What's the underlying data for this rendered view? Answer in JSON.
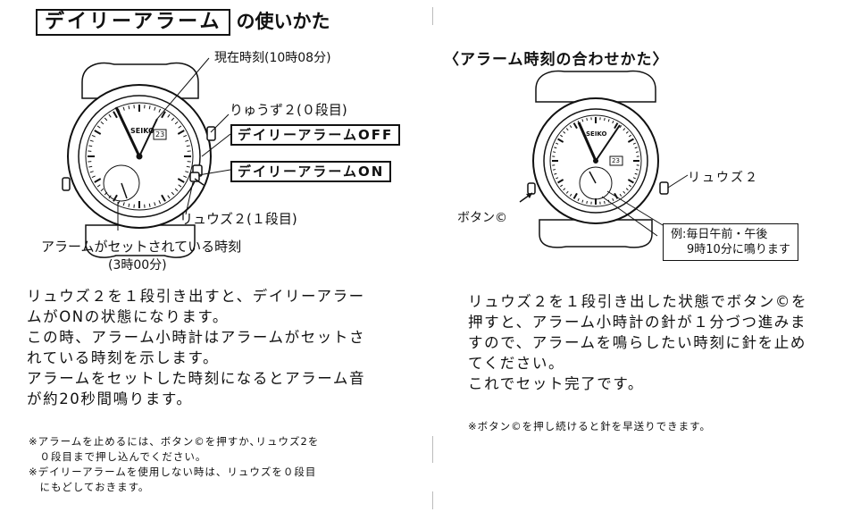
{
  "left": {
    "title_boxed": "デイリーアラーム",
    "title_rest": "の使いかた",
    "label_current_time": "現在時刻(10時08分)",
    "label_crown_pos0": "りゅうず２(０段目)",
    "label_alarm_off": "デイリーアラームOFF",
    "label_alarm_on": "デイリーアラームON",
    "label_crown_pos1": "リュウズ２(１段目)",
    "label_alarm_set_time": "アラームがセットされている時刻",
    "label_alarm_set_time_value": "(3時00分)",
    "body_lines": [
      "リュウズ２を１段引き出すと、デイリーアラー",
      "ムがONの状態になります。",
      "この時、アラーム小時計はアラームがセットさ",
      "れている時刻を示します。",
      "アラームをセットした時刻になるとアラーム音",
      "が約20秒間鳴ります。"
    ],
    "notes": [
      "※アラームを止めるには、ボタン©を押すか､リュウズ2を",
      "　０段目まで押し込んでください。",
      "※デイリーアラームを使用しない時は、リュウズを０段目",
      "　にもどしておきます。"
    ]
  },
  "right": {
    "title": "〈アラーム時刻の合わせかた〉",
    "label_crown": "リュウズ２",
    "label_button": "ボタン©",
    "callout_line1": "例:毎日午前・午後",
    "callout_line2": "9時10分に鳴ります",
    "body_lines": [
      "リュウズ２を１段引き出した状態でボタン©を",
      "押すと、アラーム小時計の針が１分づつ進みま",
      "すので、アラームを鳴らしたい時刻に針を止め",
      "てください。",
      "これでセット完了です。"
    ],
    "note": "※ボタン©を押し続けると針を早送りできます。"
  },
  "watch": {
    "brand": "SEIKO",
    "date": "23"
  }
}
